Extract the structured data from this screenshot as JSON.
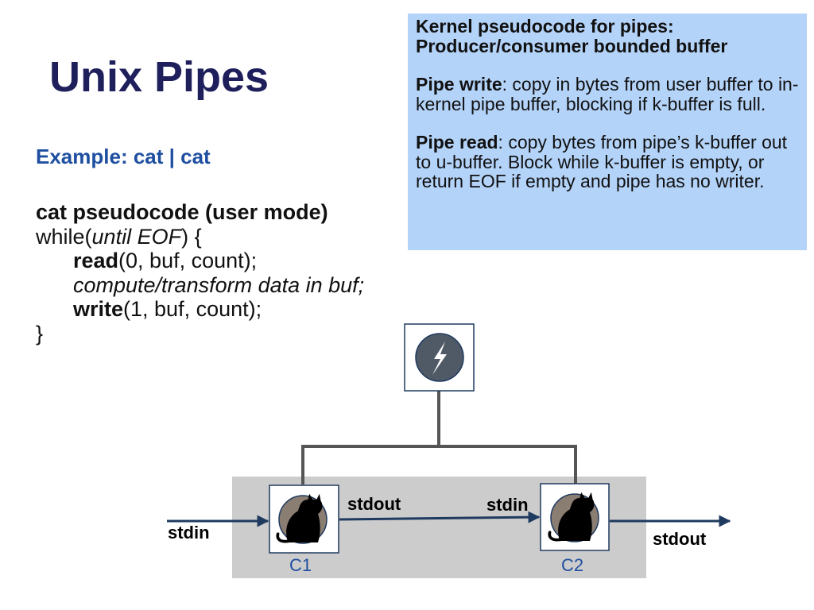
{
  "title": "Unix Pipes",
  "example_heading": "Example: cat | cat",
  "code": {
    "heading": "cat pseudocode (user mode)",
    "while_open": "while(",
    "while_cond": "until EOF",
    "while_close": ") {",
    "read_kw": "read",
    "read_args": "(0, buf, count);",
    "compute_line": "compute/transform data in buf;",
    "write_kw": "write",
    "write_args": "(1, buf, count);",
    "close_brace": "}"
  },
  "info_box": {
    "heading_line1": "Kernel pseudocode for pipes:",
    "heading_line2": "Producer/consumer bounded buffer",
    "pipe_write_label": "Pipe write",
    "pipe_write_text": ": copy in bytes from user buffer to in-kernel pipe buffer, blocking if k-buffer is full.",
    "pipe_read_label": "Pipe read",
    "pipe_read_text": ": copy bytes from pipe’s k-buffer out to u-buffer.  Block while k-buffer is empty, or return EOF if empty and pipe has no writer."
  },
  "diagram": {
    "stdin_left": "stdin",
    "c1_stdout": "stdout",
    "c2_stdin": "stdin",
    "stdout_right": "stdout",
    "c1_label": "C1",
    "c2_label": "C2",
    "colors": {
      "panel": "#cccccc",
      "arrow": "#1f3a5f",
      "connector": "#555555",
      "circle": "#8a7d72",
      "kernel_circle": "#505a66",
      "process_label": "#1f4fa0"
    }
  }
}
